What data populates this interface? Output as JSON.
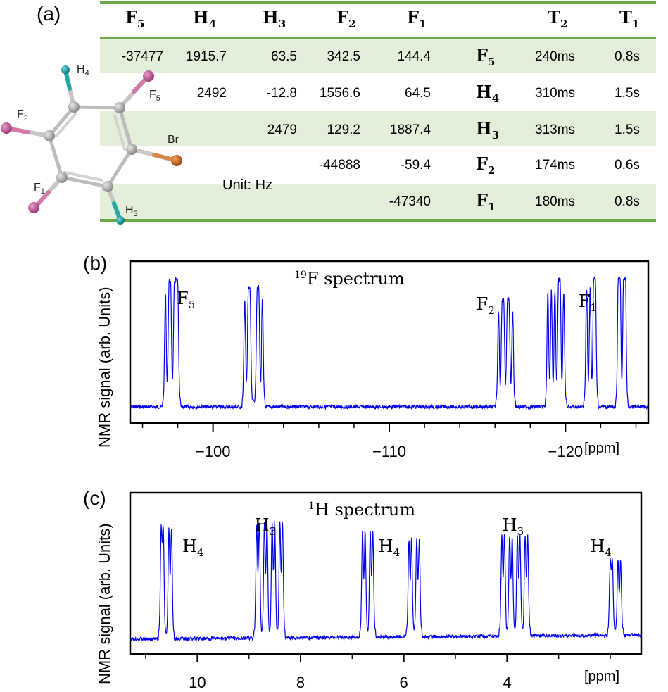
{
  "panel_a": {
    "label": "(a)",
    "columns": [
      {
        "sym": "F",
        "sub": "5"
      },
      {
        "sym": "H",
        "sub": "4"
      },
      {
        "sym": "H",
        "sub": "3"
      },
      {
        "sym": "F",
        "sub": "2"
      },
      {
        "sym": "F",
        "sub": "1"
      }
    ],
    "t2_header": {
      "sym": "T",
      "sub": "2"
    },
    "t1_header": {
      "sym": "T",
      "sub": "1"
    },
    "rows": [
      {
        "cells": [
          "-37477",
          "1915.7",
          "63.5",
          "342.5",
          "144.4"
        ],
        "label_sym": "F",
        "label_sub": "5",
        "t2": "240ms",
        "t1": "0.8s"
      },
      {
        "cells": [
          "",
          "2492",
          "-12.8",
          "1556.6",
          "64.5"
        ],
        "label_sym": "H",
        "label_sub": "4",
        "t2": "310ms",
        "t1": "1.5s"
      },
      {
        "cells": [
          "",
          "",
          "2479",
          "129.2",
          "1887.4"
        ],
        "label_sym": "H",
        "label_sub": "3",
        "t2": "313ms",
        "t1": "1.5s"
      },
      {
        "cells": [
          "",
          "",
          "",
          "-44888",
          "-59.4"
        ],
        "label_sym": "F",
        "label_sub": "2",
        "t2": "174ms",
        "t1": "0.6s"
      },
      {
        "cells": [
          "",
          "",
          "",
          "",
          "-47340"
        ],
        "label_sym": "F",
        "label_sub": "1",
        "t2": "180ms",
        "t1": "0.8s"
      }
    ],
    "unit_note": "Unit: Hz",
    "molecule_labels": {
      "h4": {
        "sym": "H",
        "sub": "4"
      },
      "f5": {
        "sym": "F",
        "sub": "5"
      },
      "f2": {
        "sym": "F",
        "sub": "2"
      },
      "br": "Br",
      "f1": {
        "sym": "F",
        "sub": "1"
      },
      "h3": {
        "sym": "H",
        "sub": "3"
      }
    },
    "colors": {
      "band": "#e3efd8",
      "rule": "#6aaa46",
      "fluorine": "#c0508a",
      "hydrogen": "#1a9a9a",
      "bromine": "#c06a1a",
      "carbon": "#a8a8a8"
    }
  },
  "chart_data": [
    {
      "type": "line",
      "panel_label": "(b)",
      "title": "F spectrum",
      "title_sup": "19",
      "ylabel": "NMR signal (arb. Units)",
      "xlabel": "[ppm]",
      "x_reversed": true,
      "xlim": [
        -95.3,
        -124.7
      ],
      "ticks": [
        -100,
        -110,
        -120
      ],
      "tick_labels": [
        "−100",
        "−110",
        "−120"
      ],
      "minor_ticks": [
        -96,
        -98,
        -102,
        -104,
        -106,
        -108,
        -112,
        -114,
        -116,
        -118,
        -122,
        -124
      ],
      "color": "#0000ee",
      "peak_labels": [
        {
          "sym": "F",
          "sub": "5",
          "x": -98.5
        },
        {
          "sym": "F",
          "sub": "2",
          "x": -115.5
        },
        {
          "sym": "F",
          "sub": "1",
          "x": -121.3
        }
      ],
      "multiplets": [
        {
          "center": -97.7,
          "lines": [
            -97.3,
            -97.5,
            -97.6,
            -97.8,
            -97.9,
            -98.0
          ],
          "height": 0.86
        },
        {
          "center": -102.3,
          "lines": [
            -101.8,
            -102.0,
            -102.1,
            -102.5,
            -102.6,
            -102.8
          ],
          "height": 0.82
        },
        {
          "center": -116.6,
          "lines": [
            -116.2,
            -116.4,
            -116.5,
            -116.7,
            -116.8,
            -117.0
          ],
          "height": 0.73
        },
        {
          "center": -119.4,
          "lines": [
            -119.0,
            -119.2,
            -119.4,
            -119.6,
            -119.7,
            -119.9
          ],
          "height": 0.88
        },
        {
          "center": -121.5,
          "lines": [
            -121.2,
            -121.4,
            -121.6,
            -121.7
          ],
          "height": 0.9
        },
        {
          "center": -123.2,
          "lines": [
            -123.0,
            -123.1,
            -123.3,
            -123.4
          ],
          "height": 1.0
        }
      ]
    },
    {
      "type": "line",
      "panel_label": "(c)",
      "title": "H spectrum",
      "title_sup": "1",
      "ylabel": "NMR signal (arb. Units)",
      "xlabel": "[ppm]",
      "x_reversed": true,
      "xlim": [
        11.3,
        1.4
      ],
      "ticks": [
        10,
        8,
        6,
        4
      ],
      "tick_labels": [
        "10",
        "8",
        "6",
        "4"
      ],
      "minor_ticks": [
        11,
        9,
        7,
        5,
        3,
        2
      ],
      "color": "#0000ee",
      "peak_labels": [
        {
          "sym": "H",
          "sub": "4",
          "x": 10.1
        },
        {
          "sym": "H",
          "sub": "3",
          "x": 8.7
        },
        {
          "sym": "H",
          "sub": "4",
          "x": 6.3
        },
        {
          "sym": "H",
          "sub": "3",
          "x": 3.9
        },
        {
          "sym": "H",
          "sub": "4",
          "x": 2.2
        }
      ],
      "multiplets": [
        {
          "center": 10.6,
          "lines": [
            10.7,
            10.66,
            10.55,
            10.5
          ],
          "height": 0.88
        },
        {
          "center": 8.6,
          "lines": [
            8.85,
            8.8,
            8.7,
            8.65,
            8.55,
            8.5,
            8.4,
            8.35
          ],
          "height": 0.93
        },
        {
          "center": 6.7,
          "lines": [
            6.8,
            6.75,
            6.65,
            6.6
          ],
          "height": 0.85
        },
        {
          "center": 5.8,
          "lines": [
            5.9,
            5.85,
            5.75,
            5.7
          ],
          "height": 0.78
        },
        {
          "center": 3.85,
          "lines": [
            4.1,
            4.05,
            3.95,
            3.9,
            3.8,
            3.75,
            3.65,
            3.6
          ],
          "height": 0.8
        },
        {
          "center": 1.9,
          "lines": [
            2.0,
            1.96,
            1.85,
            1.8
          ],
          "height": 0.58
        }
      ]
    }
  ]
}
